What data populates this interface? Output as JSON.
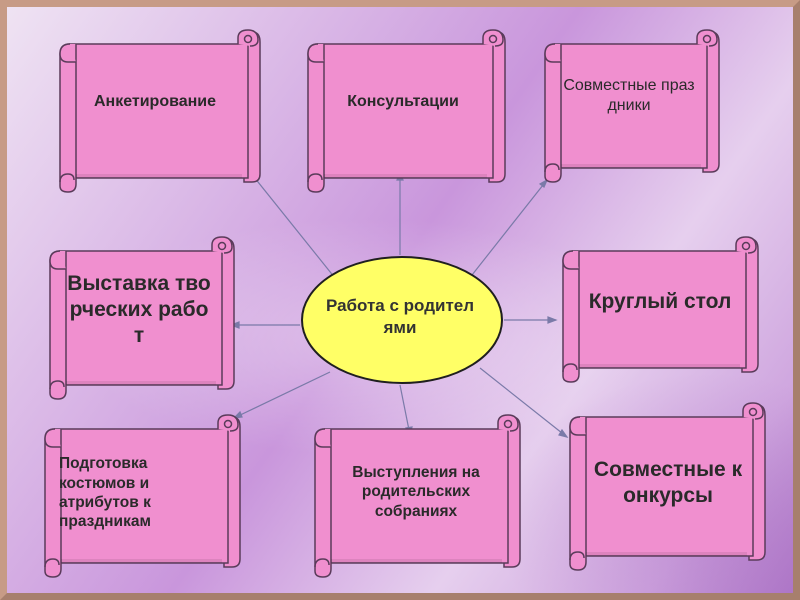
{
  "diagram": {
    "center": {
      "label": "Работа с родителями"
    },
    "items": [
      {
        "id": "survey",
        "label": "Анкетирование"
      },
      {
        "id": "consult",
        "label": "Консультации"
      },
      {
        "id": "holidays",
        "label": "Совместные праздники"
      },
      {
        "id": "exhibition",
        "label": "Выставка творческих работ"
      },
      {
        "id": "roundtable",
        "label": "Круглый стол"
      },
      {
        "id": "costumes",
        "label": "Подготовка костюмов и атрибутов к праздникам"
      },
      {
        "id": "meetings",
        "label": "Выступления на родительских собраниях"
      },
      {
        "id": "contests",
        "label": "Совместные конкурсы"
      }
    ]
  },
  "colors": {
    "scroll_fill": "#f08fcf",
    "scroll_stroke": "#5a3b5a",
    "center_fill": "#ffff66",
    "center_stroke": "#1f1f1f",
    "connector": "#7a7aa8"
  }
}
